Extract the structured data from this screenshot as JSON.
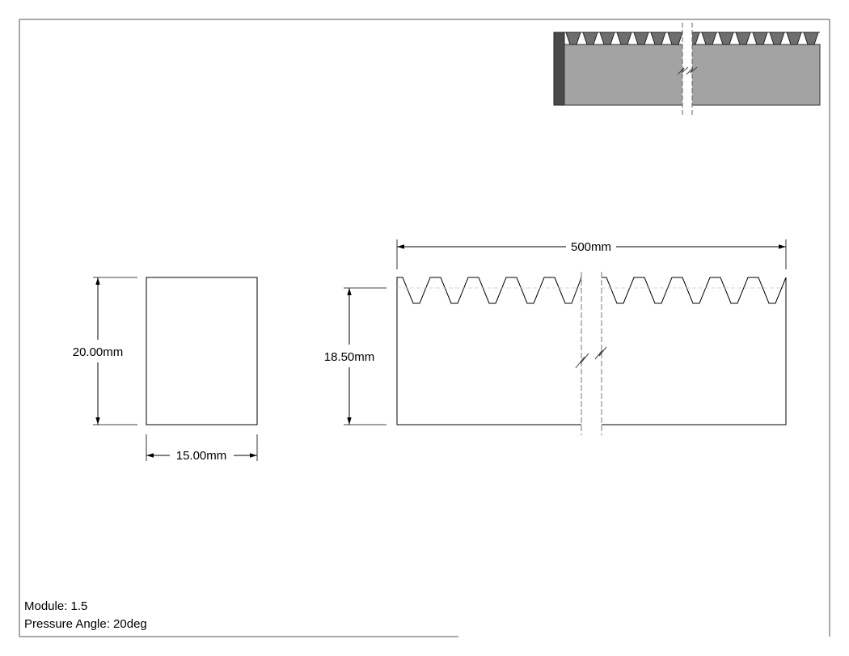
{
  "drawing": {
    "rack_length_label": "500mm",
    "tooth_height_label": "18.50mm",
    "section_height_label": "20.00mm",
    "section_width_label": "15.00mm"
  },
  "notes": {
    "module": "Module: 1.5",
    "pressure_angle": "Pressure Angle: 20deg"
  },
  "colors": {
    "iso_face": "#a3a3a3",
    "iso_end": "#4a4a4a",
    "iso_tooth": "#6e6e6e",
    "line": "#000000",
    "hidden": "#bdbdbd"
  }
}
